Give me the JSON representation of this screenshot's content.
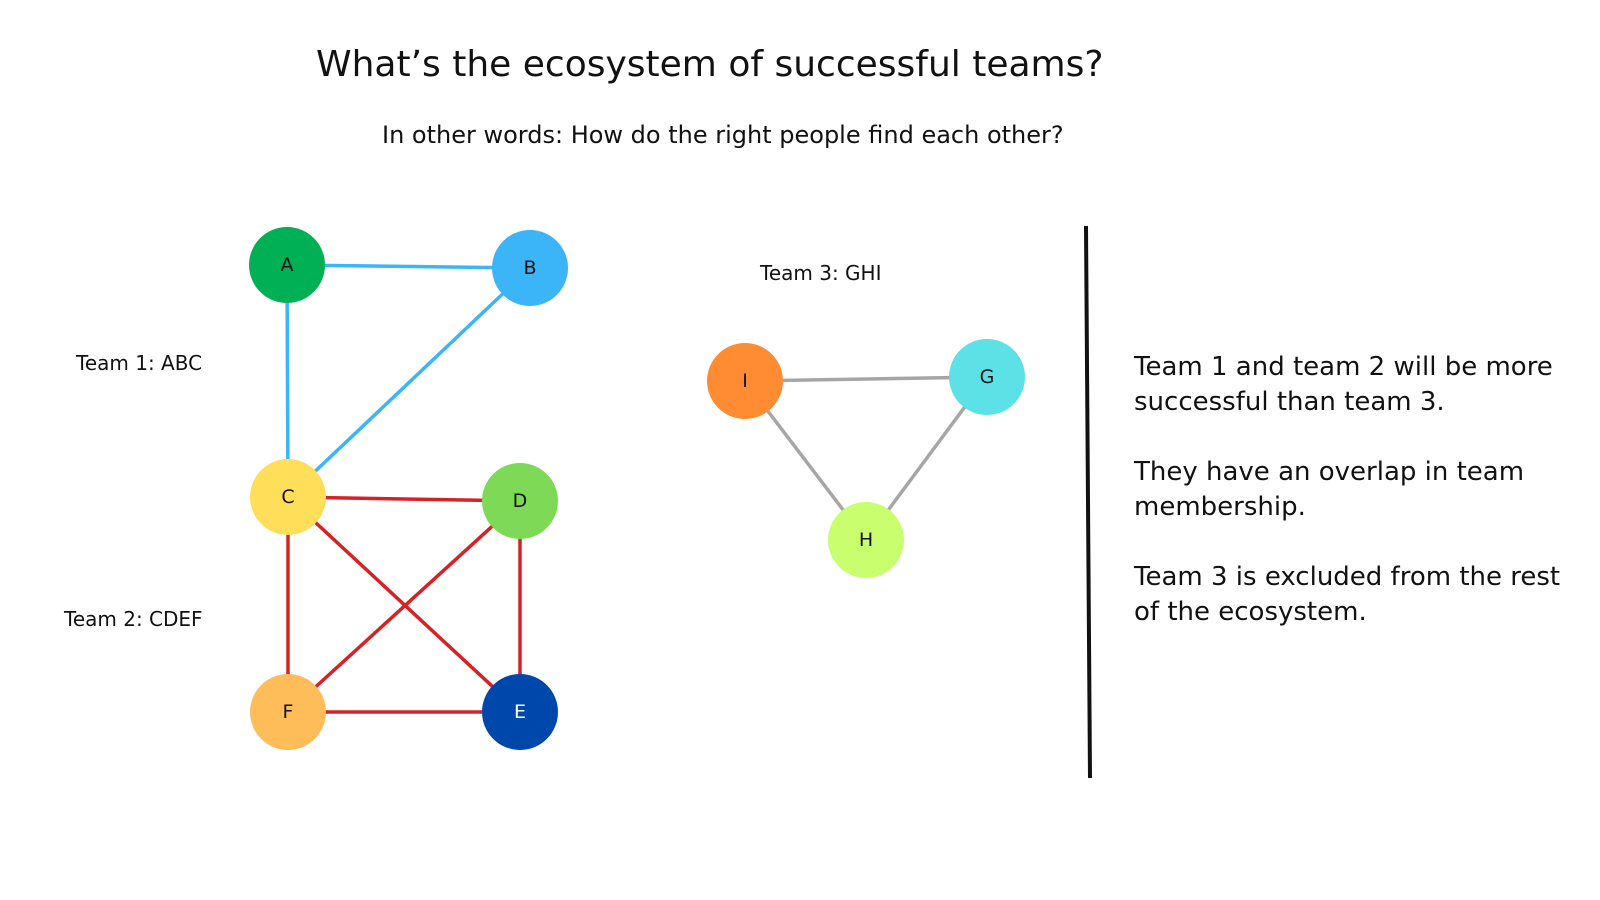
{
  "title": "What’s the ecosystem of successful teams?",
  "subtitle": "In other words: How do the right people find each other?",
  "teams": [
    {
      "label": "Team 1: ABC",
      "color": "#3BB4F8"
    },
    {
      "label": "Team 2: CDEF",
      "color": "#D42326"
    },
    {
      "label": "Team 3: GHI",
      "color": "#A6A6A6"
    }
  ],
  "nodes": [
    {
      "id": "A",
      "color": "#00B054",
      "text_color": "#111111"
    },
    {
      "id": "B",
      "color": "#3BB4F8",
      "text_color": "#111111"
    },
    {
      "id": "C",
      "color": "#FFDE59",
      "text_color": "#111111"
    },
    {
      "id": "D",
      "color": "#7ED956",
      "text_color": "#111111"
    },
    {
      "id": "E",
      "color": "#0047AB",
      "text_color": "#ffffff"
    },
    {
      "id": "F",
      "color": "#FFBD59",
      "text_color": "#111111"
    },
    {
      "id": "G",
      "color": "#5CE1E6",
      "text_color": "#111111"
    },
    {
      "id": "H",
      "color": "#C9FF6E",
      "text_color": "#111111"
    },
    {
      "id": "I",
      "color": "#FF8C33",
      "text_color": "#111111"
    }
  ],
  "edges": [
    {
      "from": "A",
      "to": "B",
      "team": 0
    },
    {
      "from": "A",
      "to": "C",
      "team": 0
    },
    {
      "from": "B",
      "to": "C",
      "team": 0
    },
    {
      "from": "C",
      "to": "D",
      "team": 1
    },
    {
      "from": "C",
      "to": "F",
      "team": 1
    },
    {
      "from": "C",
      "to": "E",
      "team": 1
    },
    {
      "from": "D",
      "to": "F",
      "team": 1
    },
    {
      "from": "D",
      "to": "E",
      "team": 1
    },
    {
      "from": "F",
      "to": "E",
      "team": 1
    },
    {
      "from": "I",
      "to": "G",
      "team": 2
    },
    {
      "from": "I",
      "to": "H",
      "team": 2
    },
    {
      "from": "G",
      "to": "H",
      "team": 2
    }
  ],
  "notes": [
    "Team 1 and team 2 will be more successful than team 3.",
    "They have an overlap in team membership.",
    "Team 3 is excluded from the rest of the ecosystem."
  ]
}
